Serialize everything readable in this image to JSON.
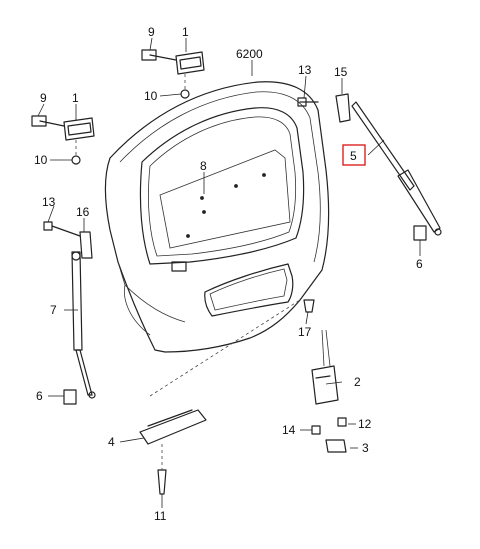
{
  "diagram": {
    "highlight_color": "#dd2222",
    "line_color": "#222222",
    "callouts": {
      "c1a": "1",
      "c1b": "1",
      "c2": "2",
      "c3": "3",
      "c4": "4",
      "c5": "5",
      "c6a": "6",
      "c6b": "6",
      "c7": "7",
      "c8": "8",
      "c9a": "9",
      "c9b": "9",
      "c10a": "10",
      "c10b": "10",
      "c11": "11",
      "c12": "12",
      "c13a": "13",
      "c13b": "13",
      "c14": "14",
      "c15": "15",
      "c16": "16",
      "c17": "17",
      "c6200": "6200"
    },
    "highlighted_callout": "5"
  }
}
